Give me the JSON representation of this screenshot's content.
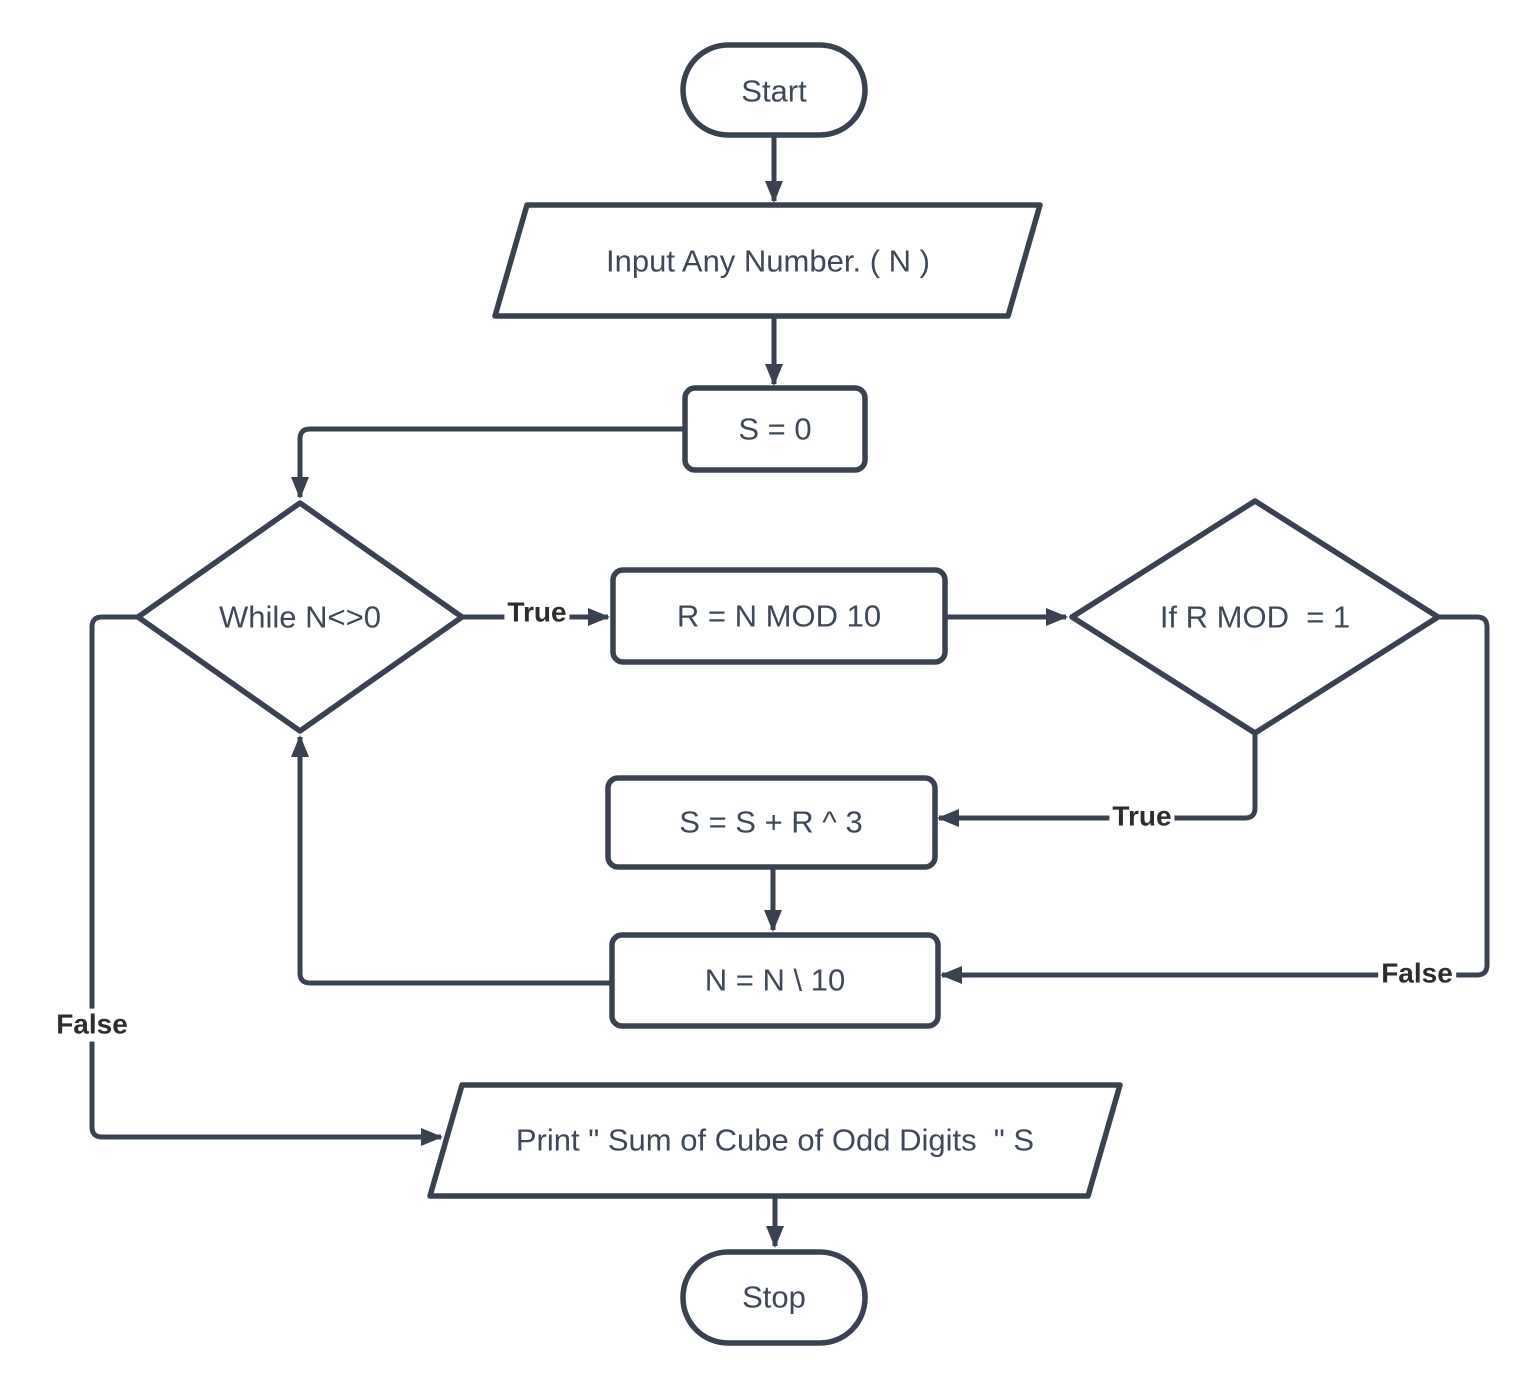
{
  "diagram": {
    "description": "Flowchart: sum of cubes of odd digits of a number",
    "colors": {
      "stroke": "#3a4252",
      "node_text": "#3d4858",
      "edge_label_text": "#2d2d2d",
      "background": "#ffffff"
    },
    "nodes": {
      "start": {
        "label": "Start",
        "type": "terminator"
      },
      "input": {
        "label": "Input Any Number. ( N )",
        "type": "input-output"
      },
      "init": {
        "label": "S = 0",
        "type": "process"
      },
      "while": {
        "label": "While N<>0",
        "type": "decision"
      },
      "mod": {
        "label": "R = N MOD 10",
        "type": "process"
      },
      "if": {
        "label": "If R MOD  = 1",
        "type": "decision"
      },
      "sum": {
        "label": "S = S + R ^ 3",
        "type": "process"
      },
      "div": {
        "label": "N = N \\ 10",
        "type": "process"
      },
      "print": {
        "label": "Print \" Sum of Cube of Odd Digits  \" S",
        "type": "input-output"
      },
      "stop": {
        "label": "Stop",
        "type": "terminator"
      }
    },
    "edge_labels": {
      "while_true": "True",
      "if_true": "True",
      "if_false": "False",
      "while_false": "False"
    }
  }
}
